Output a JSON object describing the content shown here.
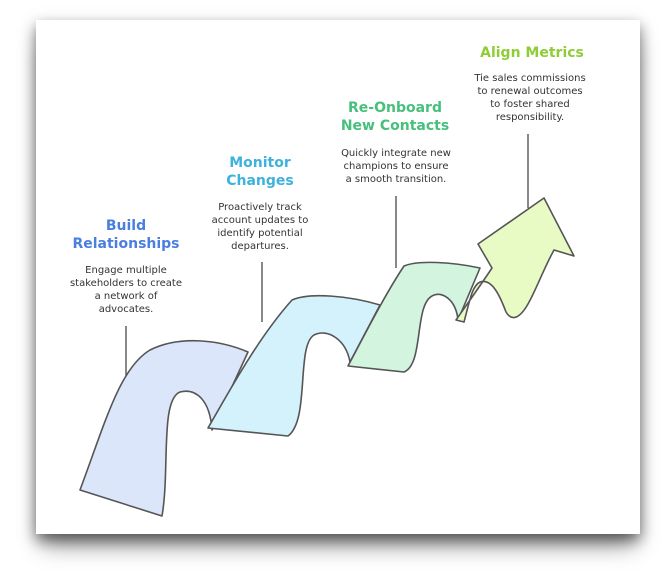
{
  "colors": {
    "blue": "#4a7fe0",
    "cyan": "#3fb2dc",
    "green": "#47c07c",
    "lime": "#8fcd36",
    "outline": "#555555"
  },
  "steps": [
    {
      "title": "Build\nRelationships",
      "description": "Engage multiple\nstakeholders to create\na network of\nadvocates.",
      "color": "#4a7fe0",
      "fill": "#dbe6fb"
    },
    {
      "title": "Monitor\nChanges",
      "description": "Proactively track\naccount updates to\nidentify potential\ndepartures.",
      "color": "#3fb2dc",
      "fill": "#d4f2fb"
    },
    {
      "title": "Re-Onboard\nNew Contacts",
      "description": "Quickly integrate new\nchampions to ensure\na smooth transition.",
      "color": "#47c07c",
      "fill": "#d3f5e0"
    },
    {
      "title": "Align Metrics",
      "description": "Tie sales commissions\nto renewal outcomes\nto foster shared\nresponsibility.",
      "color": "#8fcd36",
      "fill": "#e9fbc4"
    }
  ]
}
